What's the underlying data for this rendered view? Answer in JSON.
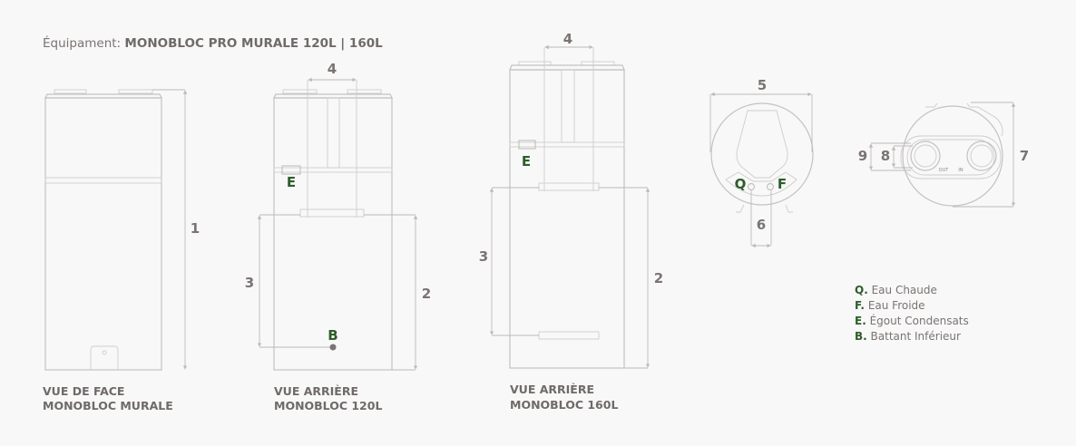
{
  "title": {
    "prefix": "Équipament:",
    "model": "MONOBLOC PRO MURALE 120L | 160L"
  },
  "views": [
    {
      "line1": "VUE DE FACE",
      "line2": "MONOBLOC MURALE",
      "dims": [
        "1"
      ]
    },
    {
      "line1": "VUE ARRIÈRE",
      "line2": "MONOBLOC 120L",
      "dims": [
        "4",
        "3",
        "2"
      ],
      "markers": [
        "E",
        "B"
      ]
    },
    {
      "line1": "VUE ARRIÈRE",
      "line2": "MONOBLOC 160L",
      "dims": [
        "4",
        "3",
        "2"
      ],
      "markers": [
        "E"
      ]
    }
  ],
  "top_view": {
    "dims": [
      "5",
      "6"
    ],
    "markers": [
      "Q",
      "F"
    ]
  },
  "side_view": {
    "dims": [
      "7",
      "9",
      "8"
    ],
    "ports": [
      "OUT",
      "IN"
    ]
  },
  "legend": [
    {
      "key": "Q.",
      "label": "Eau Chaude"
    },
    {
      "key": "F.",
      "label": "Eau Froide"
    },
    {
      "key": "E.",
      "label": "Égout Condensats"
    },
    {
      "key": "B.",
      "label": "Battant Inférieur"
    }
  ],
  "colors": {
    "accent": "#2d5d2a",
    "text": "#7a7472",
    "line": "#c4c2c1"
  }
}
